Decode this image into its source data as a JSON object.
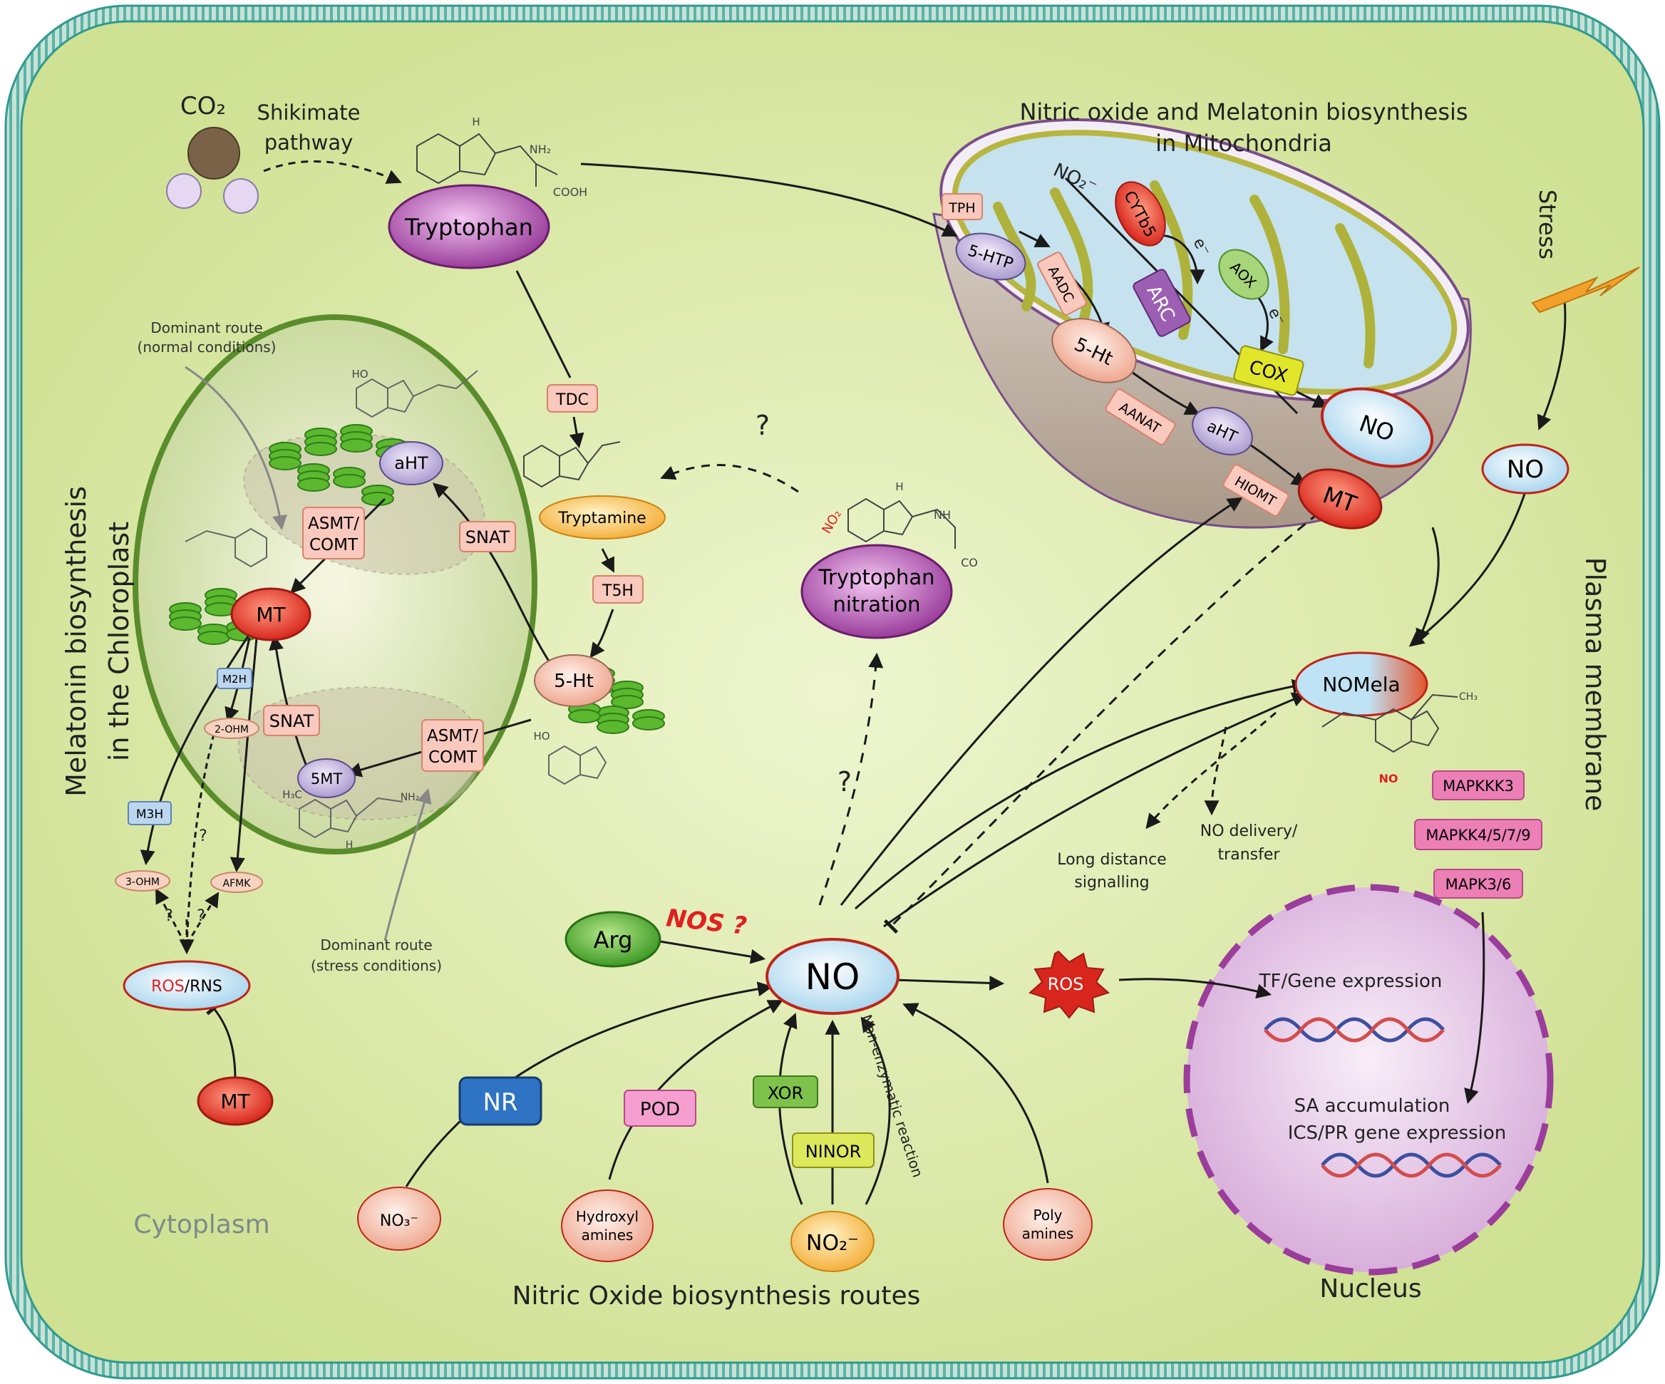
{
  "colors": {
    "cytoplasm": "#dbe9a6",
    "membrane": "#2f9a8f",
    "node_red": "#e3372e",
    "node_blue": "#d8eef8",
    "node_purple": "#9b3f9c",
    "enzyme_pink": "#f9c9bd",
    "enzyme_magenta": "#ec7fb6",
    "nucleus": "#e2c7e6",
    "mito_matrix": "#c6e2ee",
    "mito_outer": "#c7b9ad",
    "thylakoid_green": "#5cb82f",
    "arrow": "#1a1a1a",
    "question_red": "#e02020"
  },
  "titles": {
    "mito_title_line1": "Nitric oxide and Melatonin biosynthesis",
    "mito_title_line2": "in Mitochondria",
    "chloro_title_line1": "Melatonin biosynthesis",
    "chloro_title_line2": "in the Chloroplast",
    "plasma_membrane": "Plasma membrane",
    "stress": "Stress",
    "cytoplasm": "Cytoplasm",
    "no_routes": "Nitric Oxide biosynthesis routes",
    "nucleus": "Nucleus"
  },
  "top_left": {
    "co2": "CO₂",
    "shikimate_line1": "Shikimate",
    "shikimate_line2": "pathway",
    "tryptophan": "Tryptophan",
    "nh2": "NH₂",
    "cooh": "COOH",
    "h": "H"
  },
  "chloroplast": {
    "dominant_normal_line1": "Dominant route",
    "dominant_normal_line2": "(normal conditions)",
    "dominant_stress_line1": "Dominant route",
    "dominant_stress_line2": "(stress conditions)",
    "tdc": "TDC",
    "tryptamine": "Tryptamine",
    "t5h": "T5H",
    "five_ht": "5-Ht",
    "snat_top": "SNAT",
    "snat_bottom": "SNAT",
    "asmt_top_line1": "ASMT/",
    "asmt_top_line2": "COMT",
    "asmt_bottom_line1": "ASMT/",
    "asmt_bottom_line2": "COMT",
    "aht": "aHT",
    "mt": "MT",
    "five_mt": "5MT",
    "m2h": "M2H",
    "m3h": "M3H",
    "two_ohm": "2-OHM",
    "three_ohm": "3-OHM",
    "afmk": "AFMK",
    "q": "?",
    "ros": "ROS",
    "rns": "/RNS",
    "mt_bottom": "MT",
    "ho": "HO",
    "h3c": "H₃C",
    "nh2": "NH₂",
    "h": "H"
  },
  "nitration": {
    "q_top": "?",
    "q_bottom": "?",
    "no2": "NO₂",
    "nh": "NH",
    "co": "CO",
    "label_line1": "Tryptophan",
    "label_line2": "nitration",
    "h": "H"
  },
  "mitochondria": {
    "tph": "TPH",
    "five_htp": "5-HTP",
    "aadc": "AADC",
    "five_ht": "5-Ht",
    "aanat": "AANAT",
    "aht": "aHT",
    "hiomt": "HIOMT",
    "no2": "NO₂⁻",
    "cytb5": "CYTb5",
    "arc": "ARC",
    "aox": "AOX",
    "cox": "COX",
    "e": "e⁻",
    "no": "NO",
    "mt": "MT"
  },
  "right": {
    "no": "NO",
    "nomela": "NOMela",
    "ch3": "CH₃",
    "no_red": "NO",
    "long_line1": "Long distance",
    "long_line2": "signalling",
    "delivery_line1": "NO delivery/",
    "delivery_line2": "transfer",
    "mapkkk3": "MAPKKK3",
    "mapkk": "MAPKK4/5/7/9",
    "mapk": "MAPK3/6"
  },
  "center": {
    "arg": "Arg",
    "nos": "NOS ?",
    "no": "NO",
    "ros": "ROS",
    "nr": "NR",
    "pod": "POD",
    "xor": "XOR",
    "ninor": "NINOR",
    "non_enzymatic": "Non-enzymatic reaction",
    "no3": "NO₃⁻",
    "hydroxyl_line1": "Hydroxyl",
    "hydroxyl_line2": "amines",
    "no2": "NO₂⁻",
    "poly_line1": "Poly",
    "poly_line2": "amines"
  },
  "nucleus": {
    "tf": "TF/Gene expression",
    "sa": "SA accumulation",
    "ics": "ICS/PR gene expression"
  }
}
